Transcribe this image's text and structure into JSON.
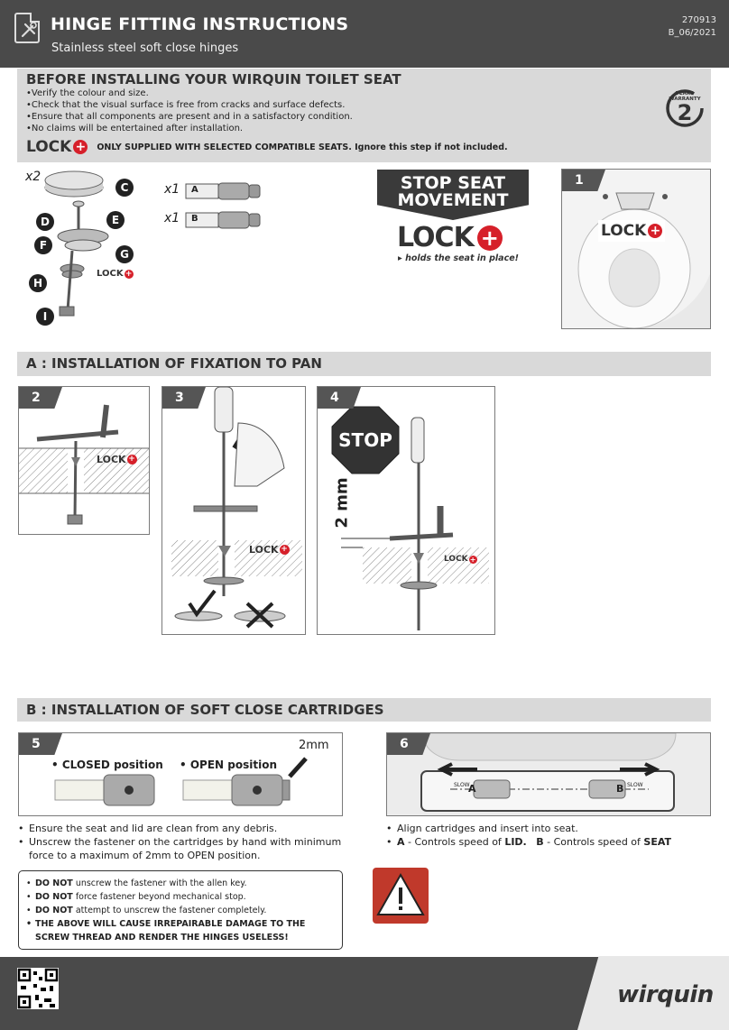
{
  "header": {
    "title": "HINGE FITTING INSTRUCTIONS",
    "subtitle": "Stainless steel soft close hinges",
    "code": "270913",
    "version": "B_06/2021"
  },
  "before": {
    "title": "BEFORE INSTALLING YOUR WIRQUIN TOILET SEAT",
    "items": [
      "Verify the colour and size.",
      "Check that the visual surface is free from cracks and surface defects.",
      "Ensure that all components are present and in a satisfactory condition.",
      "No claims will be entertained after installation."
    ],
    "lock_note": "ONLY SUPPLIED WITH SELECTED COMPATIBLE SEATS. Ignore this step if not included.",
    "warranty_top": "YEARS",
    "warranty_mid": "WARRANTY",
    "warranty_num": "2"
  },
  "logo": {
    "lock": "LOCK",
    "plus": "+"
  },
  "parts": {
    "qty_c": "x2",
    "qty_a": "x1",
    "qty_b": "x1",
    "labels": [
      "C",
      "D",
      "E",
      "F",
      "G",
      "H",
      "I"
    ],
    "cart_a": "A",
    "cart_b": "B"
  },
  "stop_banner": {
    "line1": "STOP SEAT",
    "line2": "MOVEMENT",
    "holds": "holds the seat in place!"
  },
  "section_a": {
    "title": "A : INSTALLATION OF FIXATION TO PAN"
  },
  "section_b": {
    "title": "B : INSTALLATION OF SOFT CLOSE CARTRIDGES"
  },
  "steps": {
    "s1": "1",
    "s2": "2",
    "s3": "3",
    "s4": "4",
    "s5": "5",
    "s6": "6"
  },
  "step4": {
    "stop": "STOP",
    "gap": "2 mm"
  },
  "step5": {
    "closed": "CLOSED position",
    "open": "OPEN position",
    "gap": "2mm",
    "bullets": [
      "Ensure the seat and lid are clean from any debris.",
      "Unscrew the fastener on the cartridges by hand with minimum force to a maximum of 2mm to OPEN position."
    ]
  },
  "step6": {
    "slow": "SLOW",
    "a": "A",
    "b": "B",
    "bullet1": "Align cartridges and insert into seat.",
    "bullet2_a": "A",
    "bullet2_a_text": "- Controls speed of",
    "bullet2_lid": "LID.",
    "bullet2_b": "B",
    "bullet2_b_text": "- Controls speed of",
    "bullet2_seat": "SEAT"
  },
  "warning": {
    "do_not": "DO NOT",
    "w1": "unscrew the fastener with the allen key.",
    "w2": "force fastener beyond mechanical stop.",
    "w3": "attempt to unscrew the fastener completely.",
    "w4": "THE ABOVE WILL CAUSE IRREPAIRABLE DAMAGE TO THE SCREW THREAD AND RENDER THE HINGES USELESS!"
  },
  "brand": "wirquin",
  "colors": {
    "header": "#4a4a4a",
    "section": "#d9d9d9",
    "accent": "#d6202a"
  }
}
